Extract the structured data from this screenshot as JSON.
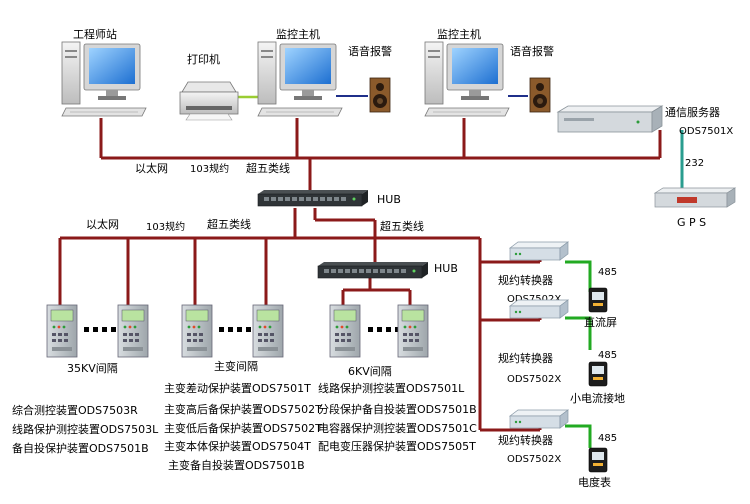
{
  "top": {
    "engineer_station": "工程师站",
    "printer": "打印机",
    "monitor_host_1": "监控主机",
    "voice_alarm_1": "语音报警",
    "monitor_host_2": "监控主机",
    "voice_alarm_2": "语音报警",
    "comm_server": "通信服务器",
    "comm_server_model": "ODS7501X",
    "link_232": "232",
    "gps": "G P S"
  },
  "network_top": {
    "ethernet": "以太网",
    "protocol": "103规约",
    "cable": "超五类线",
    "hub": "HUB"
  },
  "network_mid": {
    "ethernet": "以太网",
    "protocol": "103规约",
    "cable": "超五类线",
    "cable_right": "超五类线",
    "hub": "HUB"
  },
  "bays": {
    "kv35": {
      "title": "35KV间隔",
      "devices": [
        "综合测控装置ODS7503R",
        "线路保护测控装置ODS7503L",
        "备自投保护装置ODS7501B"
      ]
    },
    "main_transformer": {
      "title": "主变间隔",
      "devices": [
        "主变差动保护装置ODS7501T",
        "主变高后备保护装置ODS7502T",
        "主变低后备保护装置ODS7502T",
        "主变本体保护装置ODS7504T",
        "主变备自投装置ODS7501B"
      ]
    },
    "kv6": {
      "title": "6KV间隔",
      "devices": [
        "线路保护测控装置ODS7501L",
        "分段保护备自投装置ODS7501B",
        "电容器保护测控装置ODS7501C",
        "配电变压器保护装置ODS7505T"
      ]
    }
  },
  "converters": [
    {
      "name": "规约转换器",
      "model": "ODS7502X",
      "link": "485",
      "target": "直流屏"
    },
    {
      "name": "规约转换器",
      "model": "ODS7502X",
      "link": "485",
      "target": "小电流接地"
    },
    {
      "name": "规约转换器",
      "model": "ODS7502X",
      "link": "485",
      "target": "电度表"
    }
  ],
  "colors": {
    "bus": "#8b1a1a",
    "rs485": "#22aa22",
    "rs232": "#2a9d8f",
    "audio": "#1f2f8a"
  }
}
